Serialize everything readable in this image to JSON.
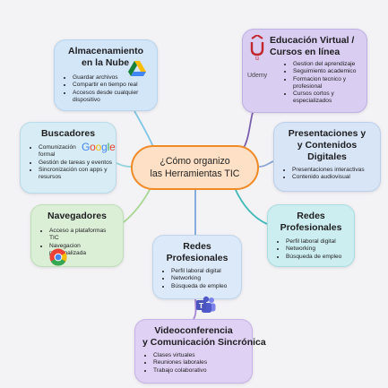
{
  "central": {
    "line1": "¿Cómo organizo",
    "line2": "las Herramientas TIC"
  },
  "nodes": {
    "storage": {
      "title_line1": "Almacenamiento",
      "title_line2": "en la Nube",
      "items": [
        "Guardar archivos",
        "Compartir en tiempo real",
        "Accesos desde cualquier dispositivo"
      ]
    },
    "education": {
      "title_line1": "Educación Virtual /",
      "title_line2": "Cursos en línea",
      "items": [
        "Gestion del aprendizaje",
        "Seguimiento academico",
        "Formacion tecnico y profesional",
        "Cursos cortos y especializados"
      ],
      "brand_label": "Udemy"
    },
    "search": {
      "title": "Buscadores",
      "items": [
        "Comunización formal",
        "Gestión de tareas y eventos",
        "Sincronización con apps y resursos"
      ],
      "brand_label": "Google"
    },
    "presentations": {
      "title_line1": "Presentaciones y",
      "title_line2": "y Contenidos",
      "title_line3": "Digitales",
      "items": [
        "Presentaciones interactivas",
        "Contenido audiovisual"
      ]
    },
    "browsers": {
      "title": "Navegadores",
      "items": [
        "Acceso a plataformas TIC",
        "Navegacion personalizada"
      ]
    },
    "networks_right": {
      "title_line1": "Redes",
      "title_line2": "Profesionales",
      "items": [
        "Perfil laboral digital",
        "Networking",
        "Búsqueda de empleo"
      ]
    },
    "networks_center": {
      "title_line1": "Redes",
      "title_line2": "Profesionales",
      "items": [
        "Perfil laboral digital",
        "Networking",
        "Búsqueda de empleo"
      ]
    },
    "video": {
      "title_line1": "Videoconferencia",
      "title_line2": "y Comunicación Sincrónica",
      "items": [
        "Clases virtuales",
        "Reuniones laborales",
        "Trabajo colaborativo"
      ]
    }
  },
  "colors": {
    "central_border": "#f08a24",
    "central_fill": "#fde0c6",
    "link_storage": "#7ec6e3",
    "link_education": "#7a5fae",
    "link_search": "#8ed3dd",
    "link_presentations": "#8aa6d6",
    "link_browsers": "#a6d68f",
    "link_networks_right": "#3fb8b8",
    "link_networks_center": "#7aa4dc",
    "link_video": "#a484d8"
  },
  "icons": {
    "storage": "google-drive-icon",
    "education": "udemy-icon",
    "search": "google-logo",
    "browsers": "chrome-icon",
    "networks_center": "microsoft-teams-icon"
  }
}
